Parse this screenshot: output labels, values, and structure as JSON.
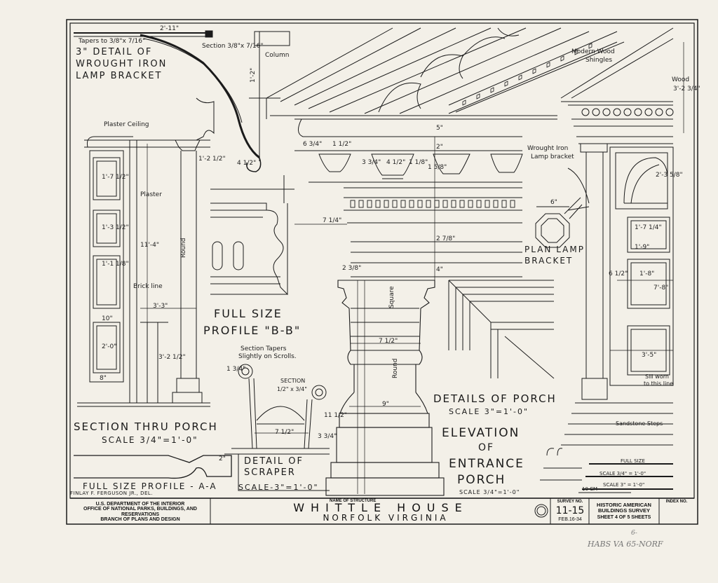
{
  "labels": {
    "lamp_bracket": [
      "3\" DETAIL OF",
      "WROUGHT IRON",
      "LAMP BRACKET"
    ],
    "tapers": "Tapers to 3/8\"x 7/16\"",
    "section_bracket": "Section 3/8\"x 7/16\"",
    "column": "Column",
    "modern_wood": [
      "Modern Wood",
      "Shingles"
    ],
    "wood": "Wood",
    "plaster_ceiling": "Plaster Ceiling",
    "plaster": "Plaster",
    "brick_line": "Brick line",
    "round": "Round",
    "square": "Square",
    "wrought_iron_bracket": [
      "Wrought Iron",
      "Lamp bracket"
    ],
    "plan_lamp": [
      "PLAN LAMP",
      "BRACKET"
    ],
    "full_size_bb": [
      "FULL SIZE",
      "PROFILE \"B-B\""
    ],
    "section_tapers": [
      "Section Tapers",
      "Slightly on Scrolls."
    ],
    "section_scraper": [
      "SECTION",
      "1/2\" x 3/4\""
    ],
    "section_thru": "SECTION THRU PORCH",
    "section_thru_scale": "SCALE 3/4\"=1'-0\"",
    "full_size_aa": "FULL SIZE PROFILE - A-A",
    "delineator": "FINLAY F. FERGUSON JR., DEL.",
    "detail_scraper": [
      "DETAIL OF",
      "SCRAPER"
    ],
    "detail_scraper_scale": "SCALE-3\"=1'-0\"",
    "details_porch": "DETAILS OF PORCH",
    "details_porch_scale": "SCALE 3\"=1'-0\"",
    "elevation": [
      "ELEVATION",
      "OF",
      "ENTRANCE",
      "PORCH"
    ],
    "elevation_scale": "SCALE 3/4\"=1'-0\"",
    "sill": [
      "Sill worn",
      "to this line"
    ],
    "sandstone": "Sandstone Steps",
    "scale_full": "FULL SIZE",
    "scale_34": "SCALE 3/4\" = 1'-0\"",
    "scale_3": "SCALE 3\" = 1'-0\"",
    "scale_10cm": "10 CM"
  },
  "dimensions": [
    "2'-11\"",
    "1'-2\"",
    "4 1/2\"",
    "1'-2 1/2\"",
    "6 3/4\"",
    "1 1/2\"",
    "3 3/4\"",
    "4 1/2\"",
    "1 1/8\"",
    "5\"",
    "2\"",
    "7 1/4\"",
    "2 7/8\"",
    "2 3/8\"",
    "4\"",
    "7 1/2\"",
    "9\"",
    "7 1/2\"",
    "3 3/4\"",
    "11 1/2\"",
    "3'-3\"",
    "11'-4\"",
    "1'-7 1/2\"",
    "1'-3 1/2\"",
    "1'-1 1/8\"",
    "2'-0\"",
    "3'-2 1/2\"",
    "2'-3 5/8\"",
    "1'-8\"",
    "7'-8\"",
    "3'-5\"",
    "1'-9\"",
    "1'-7 1/4\"",
    "6 1/2\"",
    "3'-2 3/4\"",
    "8\"",
    "10\"",
    "1 3/4\"",
    "2\"",
    "1 5/8\"",
    "6\""
  ],
  "title_block": {
    "agency_lines": [
      "U.S. DEPARTMENT OF THE INTERIOR",
      "OFFICE OF NATIONAL PARKS, BUILDINGS, AND RESERVATIONS",
      "BRANCH OF PLANS AND DESIGN"
    ],
    "name_label": "NAME OF STRUCTURE",
    "structure_name": "WHITTLE HOUSE",
    "location": "NORFOLK VIRGINIA",
    "survey_label": "SURVEY NO.",
    "survey_no": "11-15",
    "date": "FEB.16-34",
    "habs": [
      "HISTORIC AMERICAN",
      "BUILDINGS SURVEY"
    ],
    "sheet": "SHEET 4 OF 5 SHEETS",
    "index_label": "INDEX NO."
  },
  "pencil_notes": [
    "HABS VA 65-NORF",
    "6-"
  ],
  "colors": {
    "paper": "#f3f0e8",
    "ink": "#1b1b1b",
    "border": "#1a1a1a"
  }
}
